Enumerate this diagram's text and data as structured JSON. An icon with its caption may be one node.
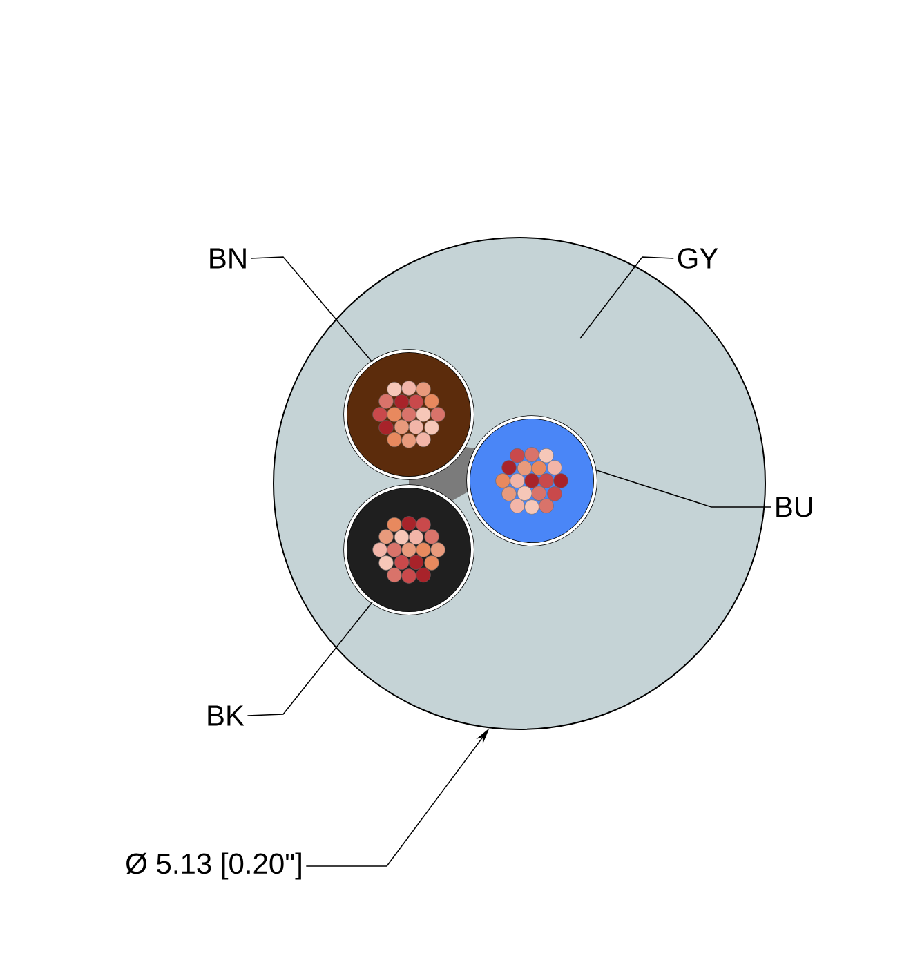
{
  "diagram": {
    "nodes": [
      {
        "text": [],
        "shape": "circle"
      },
      {
        "text": [],
        "shape": "circle",
        "in": 0
      },
      {
        "text": [],
        "shape": "circle",
        "in": 0
      },
      {
        "text": [],
        "shape": "circle",
        "in": 0
      },
      {
        "text": [
          "BN"
        ]
      },
      {
        "text": [
          "GY"
        ]
      },
      {
        "text": [
          "BU"
        ]
      },
      {
        "text": [
          "BK"
        ]
      },
      {
        "text": [
          "Ø 5.13 [0.20\"]"
        ]
      }
    ],
    "edges": [
      {
        "from": 4,
        "to": 1,
        "arrow": "none"
      },
      {
        "from": 5,
        "to": 0,
        "arrow": "none"
      },
      {
        "from": 6,
        "to": 2,
        "arrow": "none"
      },
      {
        "from": 7,
        "to": 3,
        "arrow": "none"
      },
      {
        "from": 8,
        "to": 0,
        "arrow": "to"
      }
    ]
  }
}
